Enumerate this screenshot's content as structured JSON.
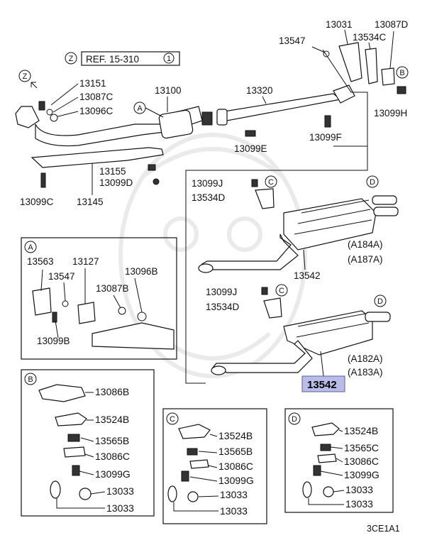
{
  "reference": {
    "zone": "Z",
    "text": "REF. 15-310",
    "circle_num": "1"
  },
  "callouts": {
    "a": "A",
    "b": "B",
    "c": "C",
    "d": "D",
    "z": "Z"
  },
  "labels": {
    "p13031": "13031",
    "p13087D": "13087D",
    "p13547_top": "13547",
    "p13534C": "13534C",
    "p13151": "13151",
    "p13087C": "13087C",
    "p13096C": "13096C",
    "p13100": "13100",
    "p13320": "13320",
    "p13099H": "13099H",
    "p13099F": "13099F",
    "p13099E": "13099E",
    "p13155": "13155",
    "p13099D": "13099D",
    "p13099C": "13099C",
    "p13145": "13145",
    "p13099J_1": "13099J",
    "p13534D_1": "13534D",
    "p13542_1": "13542",
    "a184a": "(A184A)",
    "a187a": "(A187A)",
    "p13099J_2": "13099J",
    "p13534D_2": "13534D",
    "p13542_hl": "13542",
    "a182a": "(A182A)",
    "a183a": "(A183A)",
    "detail_a": {
      "p13563": "13563",
      "p13127": "13127",
      "p13547": "13547",
      "p13096B": "13096B",
      "p13087B": "13087B",
      "p13099B": "13099B"
    },
    "detail_b": {
      "p13086B": "13086B",
      "p13524B": "13524B",
      "p13565B": "13565B",
      "p13086C": "13086C",
      "p13099G": "13099G",
      "p13033a": "13033",
      "p13033b": "13033"
    },
    "detail_c": {
      "p13524B": "13524B",
      "p13565B": "13565B",
      "p13086C": "13086C",
      "p13099G": "13099G",
      "p13033a": "13033",
      "p13033b": "13033"
    },
    "detail_d": {
      "p13524B": "13524B",
      "p13565C": "13565C",
      "p13086C": "13086C",
      "p13099G": "13099G",
      "p13033a": "13033",
      "p13033b": "13033"
    },
    "figure_code": "3CE1A1"
  },
  "colors": {
    "highlight_fill": "#b8bce6",
    "ink": "#111111"
  }
}
